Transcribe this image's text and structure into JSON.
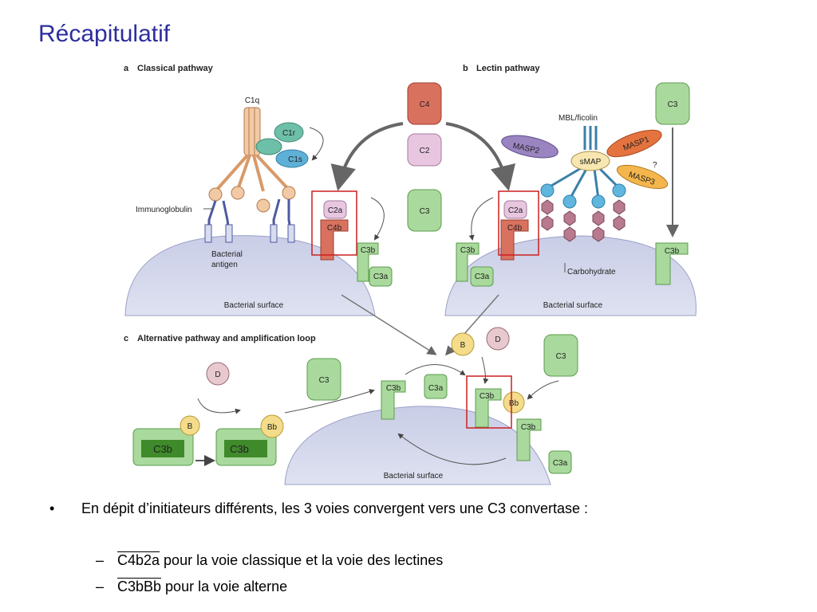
{
  "title": "Récapitulatif",
  "panels": {
    "a": {
      "letter": "a",
      "label": "Classical pathway"
    },
    "b": {
      "letter": "b",
      "label": "Lectin pathway"
    },
    "c": {
      "letter": "c",
      "label": "Alternative pathway and amplification loop"
    }
  },
  "labels": {
    "c1q": "C1q",
    "c1r": "C1r",
    "c1s": "C1s",
    "immunoglobulin": "Immunoglobulin",
    "bacterial_antigen_1": "Bacterial",
    "bacterial_antigen_2": "antigen",
    "surface": "Bacterial surface",
    "c4": "C4",
    "c2": "C2",
    "c3": "C3",
    "c2a": "C2a",
    "c4b": "C4b",
    "c3b": "C3b",
    "c3a": "C3a",
    "mbl": "MBL/ficolin",
    "masp1": "MASP1",
    "masp2": "MASP2",
    "masp3": "MASP3",
    "smap": "sMAP",
    "question": "?",
    "carbohydrate": "Carbohydrate",
    "b": "B",
    "d": "D",
    "bb": "Bb"
  },
  "bullets": {
    "main": "En dépit d’initiateurs différents, les 3 voies convergent vers une C3 convertase :",
    "sub1_term": "C4b2a",
    "sub1_rest": " pour la voie classique et la voie des lectines",
    "sub2_term": "C3bBb",
    "sub2_rest": " pour la voie alterne",
    "bullet_symbol": "•",
    "dash_symbol": "–"
  }
}
